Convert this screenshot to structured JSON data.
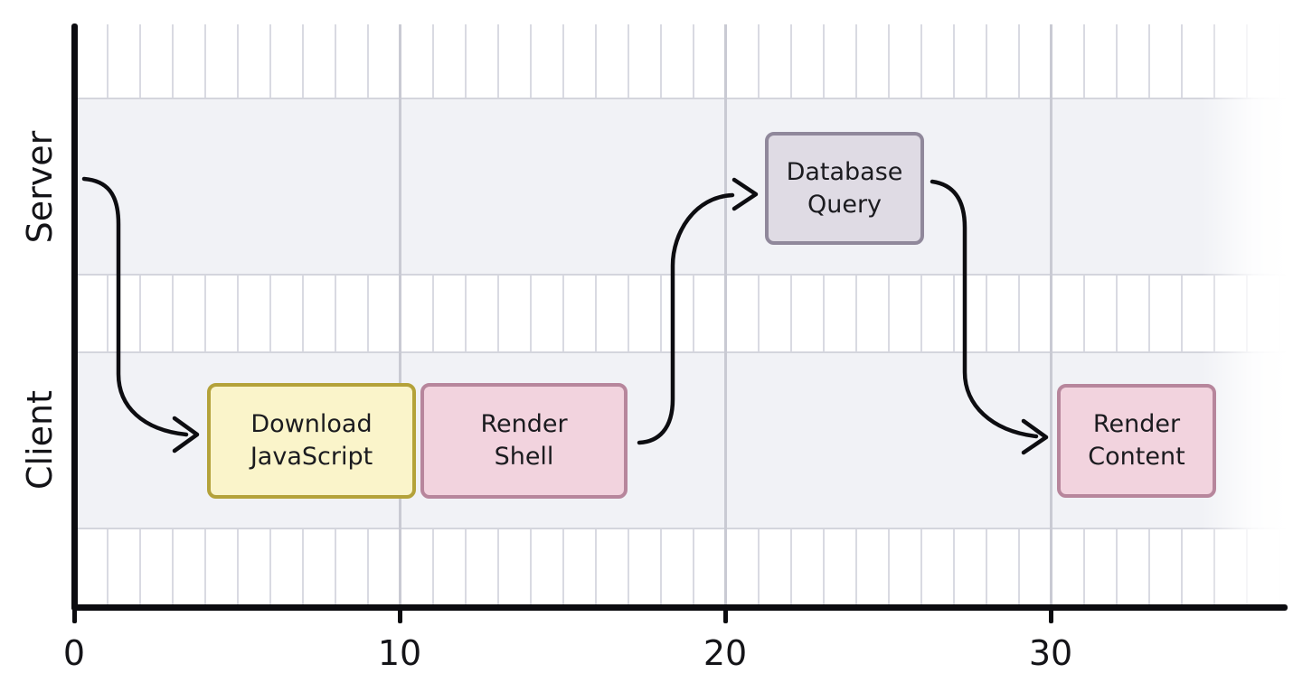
{
  "chart_data": {
    "type": "timeline",
    "title": "",
    "xlabel": "",
    "ylabel": "",
    "xlim": [
      0,
      37
    ],
    "x_tick_values": [
      0,
      10,
      20,
      30
    ],
    "x_tick_labels": [
      "0",
      "10",
      "20",
      "30"
    ],
    "minor_grid_step": 1,
    "grid": "on",
    "lanes": [
      "Server",
      "Client"
    ],
    "tasks": [
      {
        "label": "Download JavaScript",
        "display_label": "Download\nJavaScript",
        "lane": "Client",
        "start": 4.1,
        "end": 10.5,
        "fill": "#faf4ca",
        "border": "#b4a23a"
      },
      {
        "label": "Render Shell",
        "display_label": "Render\nShell",
        "lane": "Client",
        "start": 10.6,
        "end": 17.0,
        "fill": "#f2d3de",
        "border": "#b7869c"
      },
      {
        "label": "Database Query",
        "display_label": "Database\nQuery",
        "lane": "Server",
        "start": 21.2,
        "end": 26.1,
        "fill": "#dfdbe4",
        "border": "#90889b"
      },
      {
        "label": "Render Content",
        "display_label": "Render\nContent",
        "lane": "Client",
        "start": 30.2,
        "end": 35.1,
        "fill": "#f2d3de",
        "border": "#b7869c"
      }
    ],
    "arrows": [
      {
        "from": "origin (Server lane, t=0)",
        "to": "Download JavaScript"
      },
      {
        "from": "Render Shell",
        "to": "Database Query"
      },
      {
        "from": "Database Query",
        "to": "Render Content"
      }
    ],
    "colors": {
      "band_fill": "#f1f2f6",
      "band_border": "#d4d5dd",
      "minor_gridline": "#d9dae2",
      "major_gridline": "#c9cad3",
      "axis": "#0c0c10",
      "arrow": "#0d0d11"
    }
  }
}
